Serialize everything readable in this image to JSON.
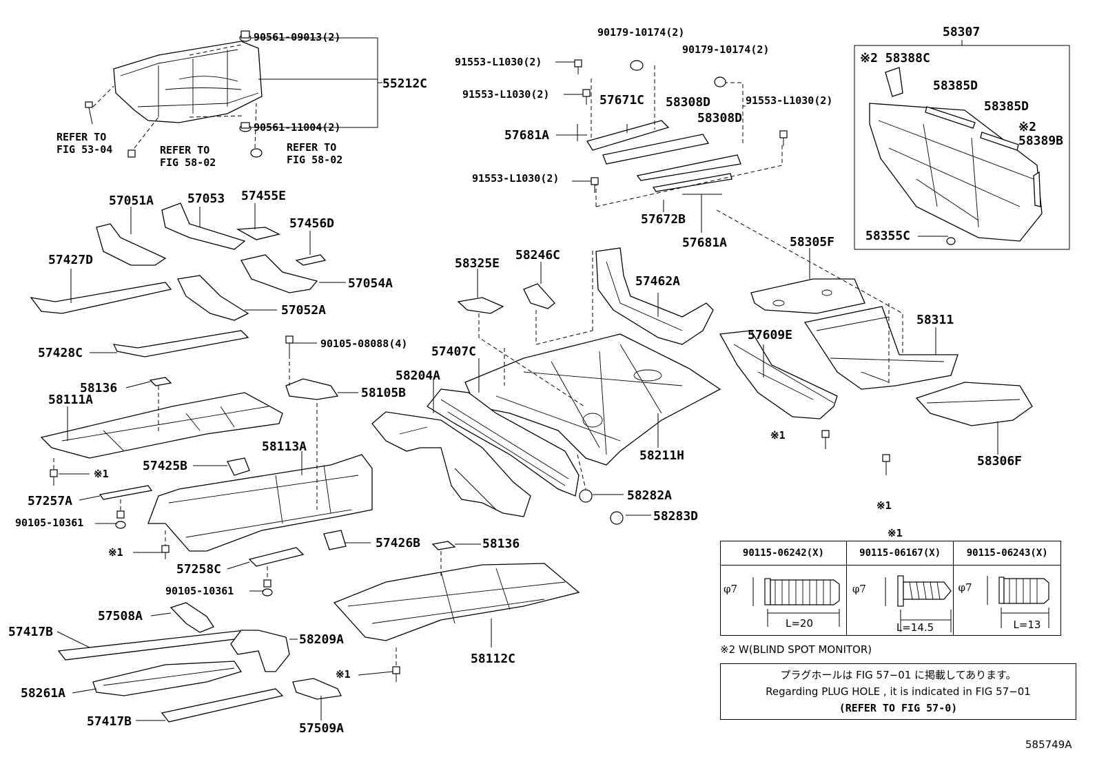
{
  "labels": {
    "p55212C": "55212C",
    "f90561_09013": "90561-09013(2)",
    "f90561_11004": "90561-11004(2)",
    "ref53_04": "REFER TO\nFIG 53-04",
    "ref58_02a": "REFER TO\nFIG 58-02",
    "ref58_02b": "REFER TO\nFIG 58-02",
    "f90179_a": "90179-10174(2)",
    "f90179_b": "90179-10174(2)",
    "f91553_a": "91553-L1030(2)",
    "f91553_b": "91553-L1030(2)",
    "f91553_c": "91553-L1030(2)",
    "f91553_d": "91553-L1030(2)",
    "p57671C": "57671C",
    "p58308D_a": "58308D",
    "p58308D_b": "58308D",
    "p57681A_a": "57681A",
    "p57672B": "57672B",
    "p57681A_b": "57681A",
    "p58307": "58307",
    "p58388C": "※2 58388C",
    "p58385D_a": "58385D",
    "p58385D_b": "58385D",
    "p58389B": "※2\n58389B",
    "p58355C": "58355C",
    "p58305F": "58305F",
    "p58311": "58311",
    "p58306F": "58306F",
    "p57609E": "57609E",
    "p57462A": "57462A",
    "p58246C": "58246C",
    "p58325E": "58325E",
    "p57407C": "57407C",
    "p58204A": "58204A",
    "p58211H": "58211H",
    "p58282A": "58282A",
    "p58283D": "58283D",
    "p57051A": "57051A",
    "p57053": "57053",
    "p57455E": "57455E",
    "p57456D": "57456D",
    "p57427D": "57427D",
    "p57054A": "57054A",
    "p57052A": "57052A",
    "p57428C": "57428C",
    "f90105_08088": "90105-08088(4)",
    "p58136_a": "58136",
    "p58111A": "58111A",
    "p58105B": "58105B",
    "p58113A": "58113A",
    "p57425B": "57425B",
    "p57257A": "57257A",
    "f90105_10361_a": "90105-10361",
    "p57426B": "57426B",
    "p58136_b": "58136",
    "p57258C": "57258C",
    "f90105_10361_b": "90105-10361",
    "p57508A": "57508A",
    "p57417B_a": "57417B",
    "p58209A": "58209A",
    "p58112C": "58112C",
    "p58261A": "58261A",
    "p57417B_b": "57417B",
    "p57509A": "57509A",
    "mark1_a": "※1",
    "mark1_b": "※1",
    "mark1_c": "※1",
    "mark1_d": "※1",
    "mark1_e": "※1"
  },
  "fastener_table": {
    "title": "※1",
    "columns": [
      {
        "part": "90115-06242(X)",
        "dia": "φ7",
        "length": "L=20"
      },
      {
        "part": "90115-06167(X)",
        "dia": "φ7",
        "length": "L=14.5"
      },
      {
        "part": "90115-06243(X)",
        "dia": "φ7",
        "length": "L=13"
      }
    ]
  },
  "notes": {
    "note2": "※2 W(BLIND SPOT MONITOR)",
    "jp": "プラグホールは FIG 57−01 に掲載してあります。",
    "en": "Regarding PLUG HOLE , it is indicated in FIG 57−01",
    "ref": "(REFER TO FIG 57-0)"
  },
  "figure_id": "585749A"
}
